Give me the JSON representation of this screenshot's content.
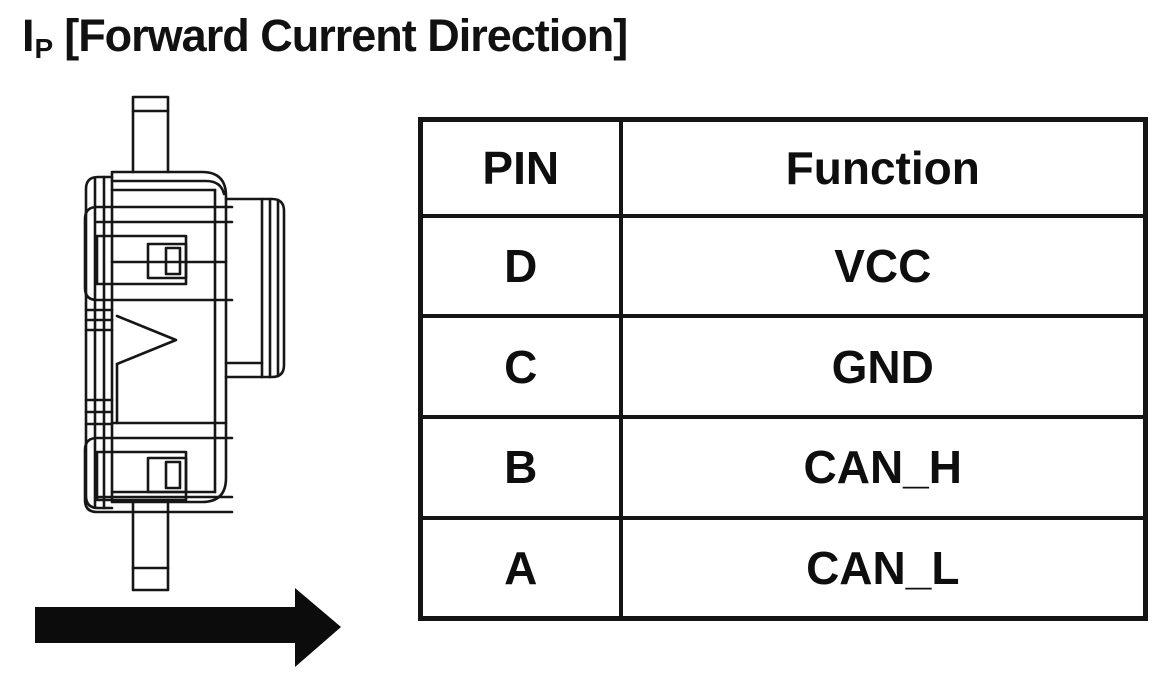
{
  "title": {
    "symbol": "I",
    "symbol_sub": "P",
    "bracket_text": "[Forward Current Direction]"
  },
  "figure": {
    "drawing": "sensor-connector-side-view",
    "arrow_icon": "forward-direction-arrow",
    "arrow_direction": "right"
  },
  "table": {
    "headers": [
      "PIN",
      "Function"
    ],
    "rows": [
      {
        "pin": "D",
        "function": "VCC"
      },
      {
        "pin": "C",
        "function": "GND"
      },
      {
        "pin": "B",
        "function": "CAN_H"
      },
      {
        "pin": "A",
        "function": "CAN_L"
      }
    ]
  },
  "colors": {
    "ink": "#111111",
    "background": "#ffffff"
  }
}
